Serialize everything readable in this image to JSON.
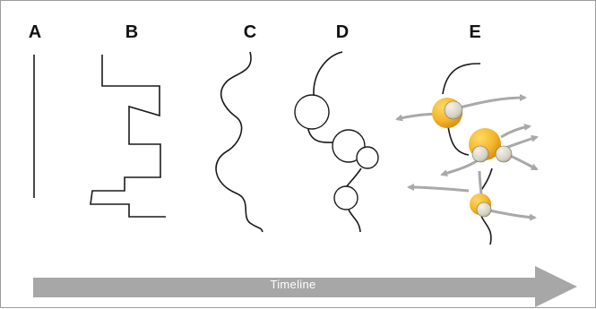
{
  "panels": {
    "a": {
      "label": "A"
    },
    "b": {
      "label": "B"
    },
    "c": {
      "label": "C"
    },
    "d": {
      "label": "D"
    },
    "e": {
      "label": "E"
    }
  },
  "timeline": {
    "label": "Timeline"
  },
  "colors": {
    "line": "#1a1a1a",
    "gold": "#f3b62b",
    "gold_dark": "#e09a12",
    "sphere_grey": "#d9d4c8",
    "arrow_grey": "#a9a9a9",
    "timeline_fill": "#a7a7a7",
    "border": "#9b9b9b"
  }
}
